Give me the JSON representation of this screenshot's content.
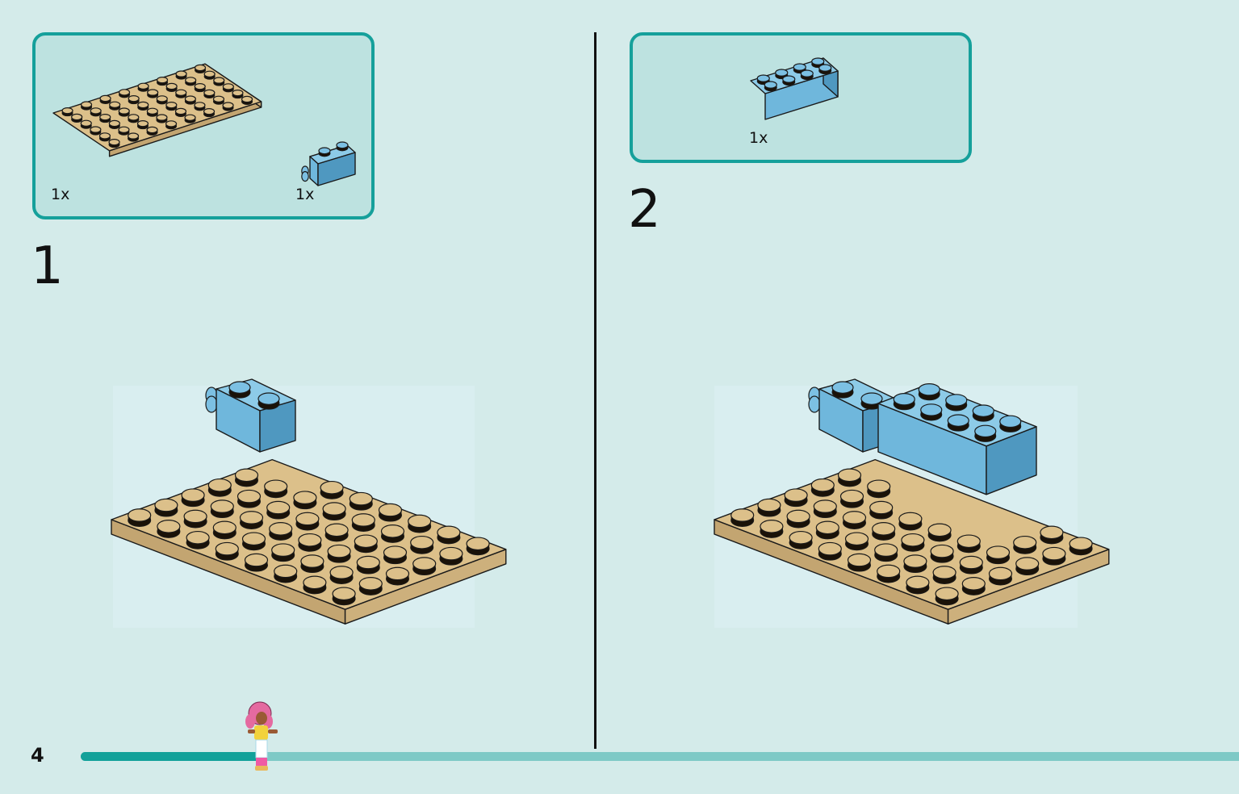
{
  "page": {
    "number": "4",
    "progress": 0.16
  },
  "steps": [
    {
      "number": "1",
      "parts": [
        {
          "name": "tan-plate-6x8",
          "qty": "1x",
          "color": "#dcc08a"
        },
        {
          "name": "blue-brick-1x2-with-clip",
          "qty": "1x",
          "color": "#6fb7dc"
        }
      ]
    },
    {
      "number": "2",
      "parts": [
        {
          "name": "blue-brick-2x4",
          "qty": "1x",
          "color": "#6fb7dc"
        }
      ]
    }
  ],
  "colors": {
    "accent": "#15a09b",
    "parts_box_bg": "#bde2e0",
    "page_bg": "#d4ebea",
    "tan": "#dcc08a",
    "blue": "#6fb7dc",
    "progress_track": "#7ec9c6"
  }
}
